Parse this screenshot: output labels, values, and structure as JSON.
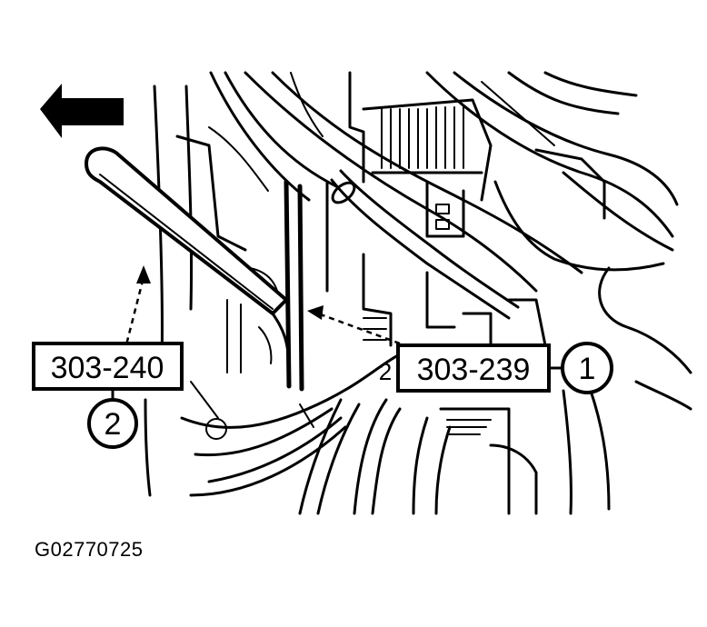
{
  "callouts": {
    "tool_left": {
      "label": "303-240",
      "number": "2"
    },
    "tool_right": {
      "label": "303-239",
      "number": "1"
    },
    "small_mark": "2"
  },
  "figure_id": "G02770725",
  "colors": {
    "ink": "#000000",
    "paper": "#ffffff"
  },
  "icons": {
    "direction_arrow": "arrow-left-icon"
  }
}
